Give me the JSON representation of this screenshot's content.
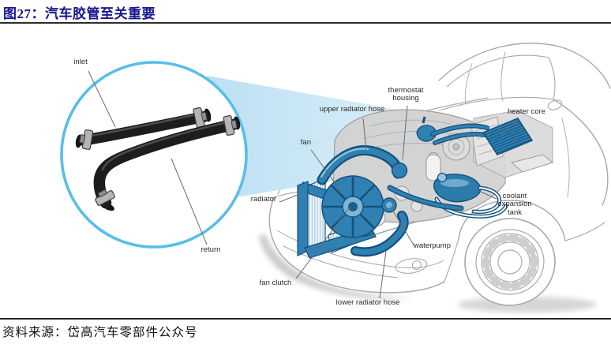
{
  "header": {
    "title": "图27：汽车胶管至关重要"
  },
  "footer": {
    "source": "资料来源：岱高汽车零部件公众号"
  },
  "figure": {
    "callout": {
      "inlet": "inlet",
      "return": "return"
    },
    "engine_labels": {
      "fan": "fan",
      "upper_radiator_hose": "upper radiator hose",
      "thermostat_housing": "thermostat housing",
      "heater_core": "heater core",
      "coolant_expansion_tank": "coolant expansion tank",
      "radiator": "radiator",
      "waterpump": "waterpump",
      "fan_clutch": "fan clutch",
      "lower_radiator_hose": "lower radiator hose"
    },
    "colors": {
      "title_navy": "#16168f",
      "system_blue": "#2e81b2",
      "system_blue_dark": "#14517c",
      "beam_blue": "#c2e3f5",
      "lens_ring_blue": "#57bfe7",
      "hose_black": "#1d1d1f"
    }
  }
}
